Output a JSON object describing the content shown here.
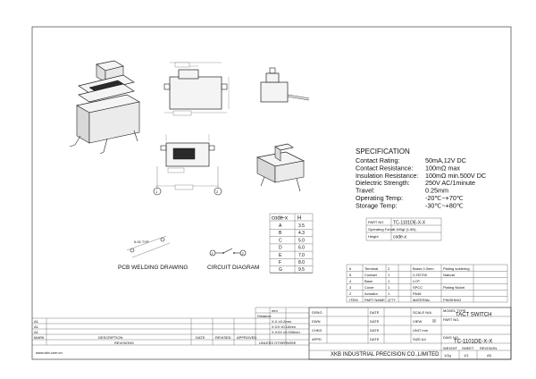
{
  "spec": {
    "title": "SPECIFICATION",
    "rows": [
      {
        "label": "Contact Rating:",
        "value": "50mA,12V DC"
      },
      {
        "label": "Contact Resistance:",
        "value": "100mΩ max"
      },
      {
        "label": "Insulation Resistance:",
        "value": "100mΩ min.500V DC"
      },
      {
        "label": "Dielectric Strength:",
        "value": "250V AC/1minute"
      },
      {
        "label": "Travel:",
        "value": "0.25mm"
      },
      {
        "label": "Operating Temp:",
        "value": "-20℃~+70℃"
      },
      {
        "label": "Storage Temp:",
        "value": "-30℃~+80℃"
      }
    ]
  },
  "code_table": {
    "headers": [
      "code-x",
      "H"
    ],
    "rows": [
      [
        "A",
        "3.5"
      ],
      [
        "B",
        "4.3"
      ],
      [
        "C",
        "5.0"
      ],
      [
        "D",
        "6.0"
      ],
      [
        "E",
        "7.0"
      ],
      [
        "F",
        "8.0"
      ],
      [
        "G",
        "9.5"
      ]
    ]
  },
  "part_box": {
    "rows": [
      {
        "label": "PART NO",
        "value": "TC-1101DE-X-X"
      },
      {
        "label": "Operating Force",
        "value": "0.160gf (1.6N)"
      },
      {
        "label": "Height",
        "value": "code-x"
      }
    ]
  },
  "drawing": {
    "pcb_dim": "5.00 TYP",
    "pcb_caption": "PCB WELDING DRAWING",
    "circuit_caption": "CIRCUIT DIAGRAM"
  },
  "material": {
    "rows": [
      {
        "no": "6",
        "part": "Terminal",
        "qty": "2",
        "mat": "Brass 0.3mm",
        "fin": "Plating soldering"
      },
      {
        "no": "5",
        "part": "Contact",
        "qty": "1",
        "mat": "C-R2700",
        "fin": "Natural"
      },
      {
        "no": "4",
        "part": "Base",
        "qty": "1",
        "mat": "LCP",
        "fin": ""
      },
      {
        "no": "3",
        "part": "Cover",
        "qty": "1",
        "mat": "SPCC",
        "fin": "Plating Nickel"
      },
      {
        "no": "2",
        "part": "Actuator",
        "qty": "1",
        "mat": "PA46",
        "fin": ""
      },
      {
        "no": "ITEM",
        "part": "PART NAME",
        "qty": "Q'TY",
        "mat": "MATERIAL",
        "fin": "FINISHING"
      }
    ]
  },
  "revision": {
    "rows": [
      "A1",
      "A1",
      "A1"
    ],
    "headers": [
      "MARK",
      "DESCRIPTION",
      "DATE",
      "REVISED",
      "APPROVED"
    ],
    "caption": "REVISIONS"
  },
  "tolerance": {
    "unit": "mm",
    "header": "Distance",
    "rows": [
      "X.X ±0.2mm",
      "X.XX ±0.10mm",
      "X.XXX ±0.005mm"
    ],
    "caption": "UNLESS OTHERWISE"
  },
  "footer": {
    "website": "www.xkb.com.cn"
  },
  "title_block": {
    "left_rows": [
      {
        "label": "DSNG",
        "date": "DATE"
      },
      {
        "label": "DWN",
        "date": "DATE"
      },
      {
        "label": "CHKD",
        "date": "DATE"
      },
      {
        "label": "APPD",
        "date": "DATE"
      }
    ],
    "mid": {
      "scale": "SCALE N/A",
      "view": "VIEW",
      "unit": "UNIT mm",
      "size": "SIZE A4"
    },
    "right": {
      "model_type_label": "MODEL TYPE",
      "model_type": "TACT SWITCH",
      "part_no_label": "PART NO.",
      "dwg_no_label": "DWG NO.",
      "dwg_no": "TC-1101DE-X-X"
    },
    "company": "XKB INDUSTRIAL PRECISION CO.,LIMITED",
    "bottom": {
      "weight_label": "WEIGHT",
      "sheet_label": "SHEET",
      "revision_label": "REVISION",
      "weight": "1/2g",
      "sheet": "1/1",
      "revision": "A5"
    }
  }
}
